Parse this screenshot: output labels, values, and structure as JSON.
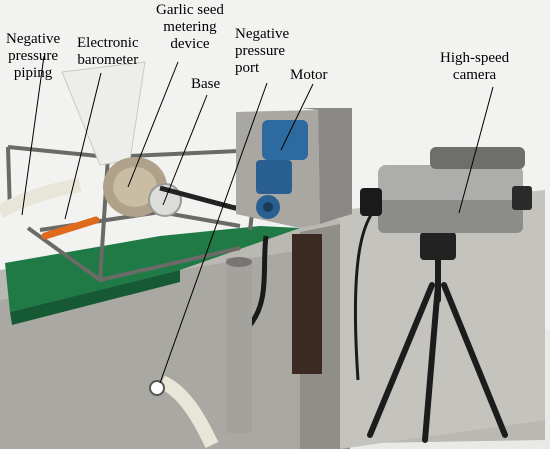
{
  "labels": {
    "negative_pressure_piping": [
      "Negative",
      "pressure",
      "piping"
    ],
    "electronic_barometer": [
      "Electronic",
      "barometer"
    ],
    "garlic_seed_metering_device": [
      "Garlic seed",
      "metering",
      "device"
    ],
    "base": [
      "Base"
    ],
    "negative_pressure_port": [
      "Negative",
      "pressure",
      "port"
    ],
    "motor": [
      "Motor"
    ],
    "high_speed_camera": [
      "High-speed",
      "camera"
    ]
  }
}
